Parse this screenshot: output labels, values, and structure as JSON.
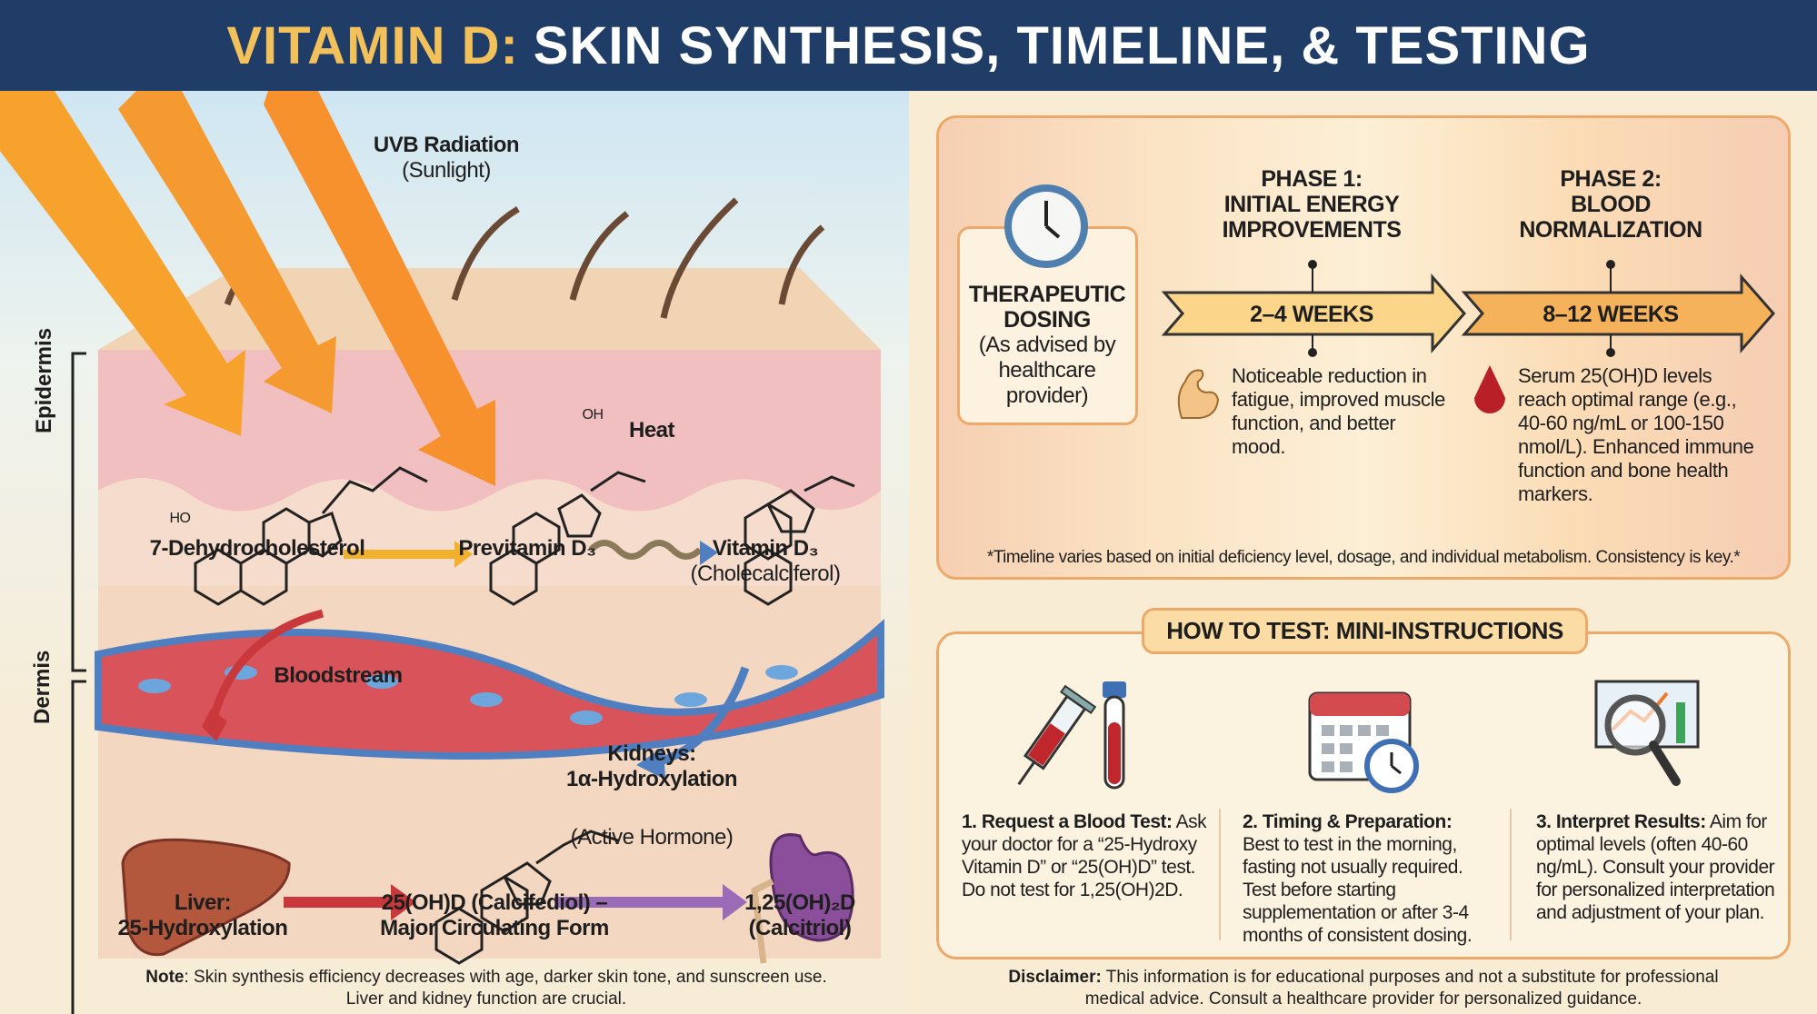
{
  "header": {
    "title_accent": "VITAMIN D:",
    "title_rest": "SKIN SYNTHESIS, TIMELINE, & TESTING"
  },
  "synthesis": {
    "uvb_label": "UVB Radiation",
    "uvb_sub": "(Sunlight)",
    "epidermis": "Epidermis",
    "dermis": "Dermis",
    "heat": "Heat",
    "molecules": [
      {
        "name": "7-Dehydrocholesterol",
        "sub": ""
      },
      {
        "name": "Previtamin D₃",
        "sub": ""
      },
      {
        "name": "Vitamin D₃",
        "sub": "(Cholecalciferol)"
      }
    ],
    "bloodstream": "Bloodstream",
    "liver_label": "Liver:",
    "liver_sub": "25-Hydroxylation",
    "calcifediol_label": "25(OH)D (Calcifediol) –",
    "calcifediol_sub": "Major Circulating Form",
    "kidneys_label": "Kidneys:",
    "kidneys_sub": "1α-Hydroxylation",
    "active_hormone": "(Active Hormone)",
    "calcitriol_label": "1,25(OH)₂D",
    "calcitriol_sub": "(Calcitriol)",
    "note_bold": "Note",
    "note_line1": ": Skin synthesis efficiency decreases with age, darker skin tone, and sunscreen use.",
    "note_line2": "Liver and kidney function are crucial.",
    "oh": "OH",
    "ho": "HO"
  },
  "timeline": {
    "start": {
      "title1": "THERAPEUTIC",
      "title2": "DOSING",
      "sub": "(As advised by healthcare provider)"
    },
    "phases": [
      {
        "heading1": "PHASE 1:",
        "heading2": "INITIAL ENERGY",
        "heading3": "IMPROVEMENTS",
        "duration": "2–4 WEEKS",
        "icon": "flexed-arm-icon",
        "desc": "Noticeable reduction in fatigue, improved muscle function, and better mood."
      },
      {
        "heading1": "PHASE 2:",
        "heading2": "BLOOD",
        "heading3": "NORMALIZATION",
        "duration": "8–12 WEEKS",
        "icon": "blood-drop-icon",
        "desc": "Serum 25(OH)D levels reach optimal range (e.g., 40-60 ng/mL or 100-150 nmol/L). Enhanced immune function and bone health markers."
      }
    ],
    "footnote": "*Timeline varies based on initial deficiency level, dosage, and individual metabolism. Consistency is key.*"
  },
  "testing": {
    "title": "HOW TO TEST: MINI-INSTRUCTIONS",
    "steps": [
      {
        "title": "1. Request a Blood Test:",
        "text": "Ask your doctor for a “25-Hydroxy Vitamin D” or “25(OH)D” test. Do not test for 1,25(OH)2D.",
        "icon": "syringe-test-tube-icon"
      },
      {
        "title": "2. Timing & Preparation:",
        "text": "Best to test in the morning, fasting not usually required. Test before starting supplementation or after 3-4 months of consistent dosing.",
        "icon": "calendar-clock-icon"
      },
      {
        "title": "3. Interpret Results:",
        "text": "Aim for optimal levels (often 40-60 ng/mL). Consult your provider for personalized interpretation and adjustment of your plan.",
        "icon": "magnifier-chart-icon"
      }
    ],
    "disclaimer_bold": "Disclaimer:",
    "disclaimer_line1": " This information is for educational purposes and not a substitute for professional",
    "disclaimer_line2": "medical advice. Consult a healthcare provider for personalized guidance."
  },
  "colors": {
    "header": "#1f3d66",
    "accent": "#f3c15b",
    "box_border": "#eda96a"
  }
}
